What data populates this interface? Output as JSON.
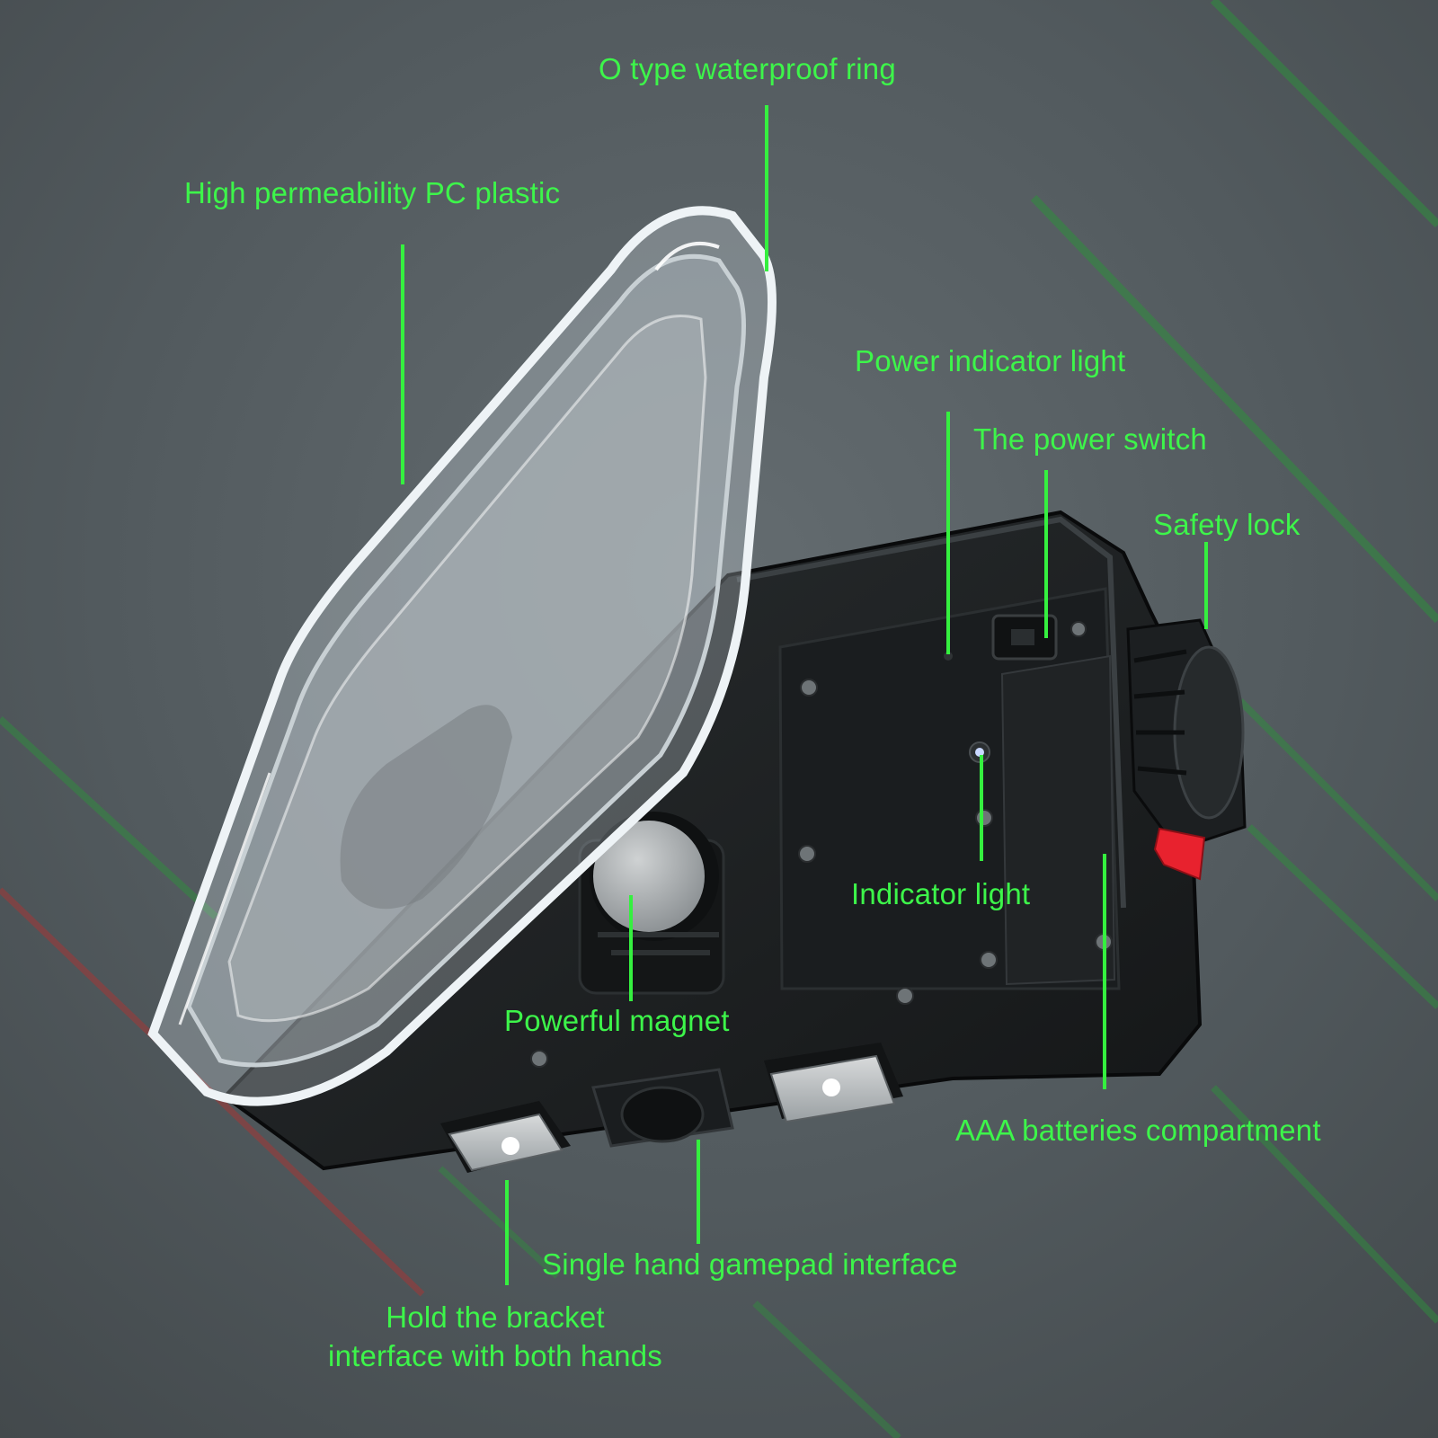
{
  "callouts": {
    "o_ring": "O type waterproof ring",
    "pc_plastic": "High permeability PC plastic",
    "power_indicator": "Power indicator light",
    "power_switch": "The power switch",
    "safety_lock": "Safety lock",
    "indicator_light": "Indicator light",
    "magnet": "Powerful magnet",
    "battery": "AAA batteries compartment",
    "gamepad": "Single hand gamepad interface",
    "bracket_line1": "Hold the bracket",
    "bracket_line2": "interface with both hands"
  },
  "colors": {
    "label_green": "#3df54a",
    "background": "#565e62",
    "housing": "#1f2224",
    "lock_red": "#e8222e"
  }
}
